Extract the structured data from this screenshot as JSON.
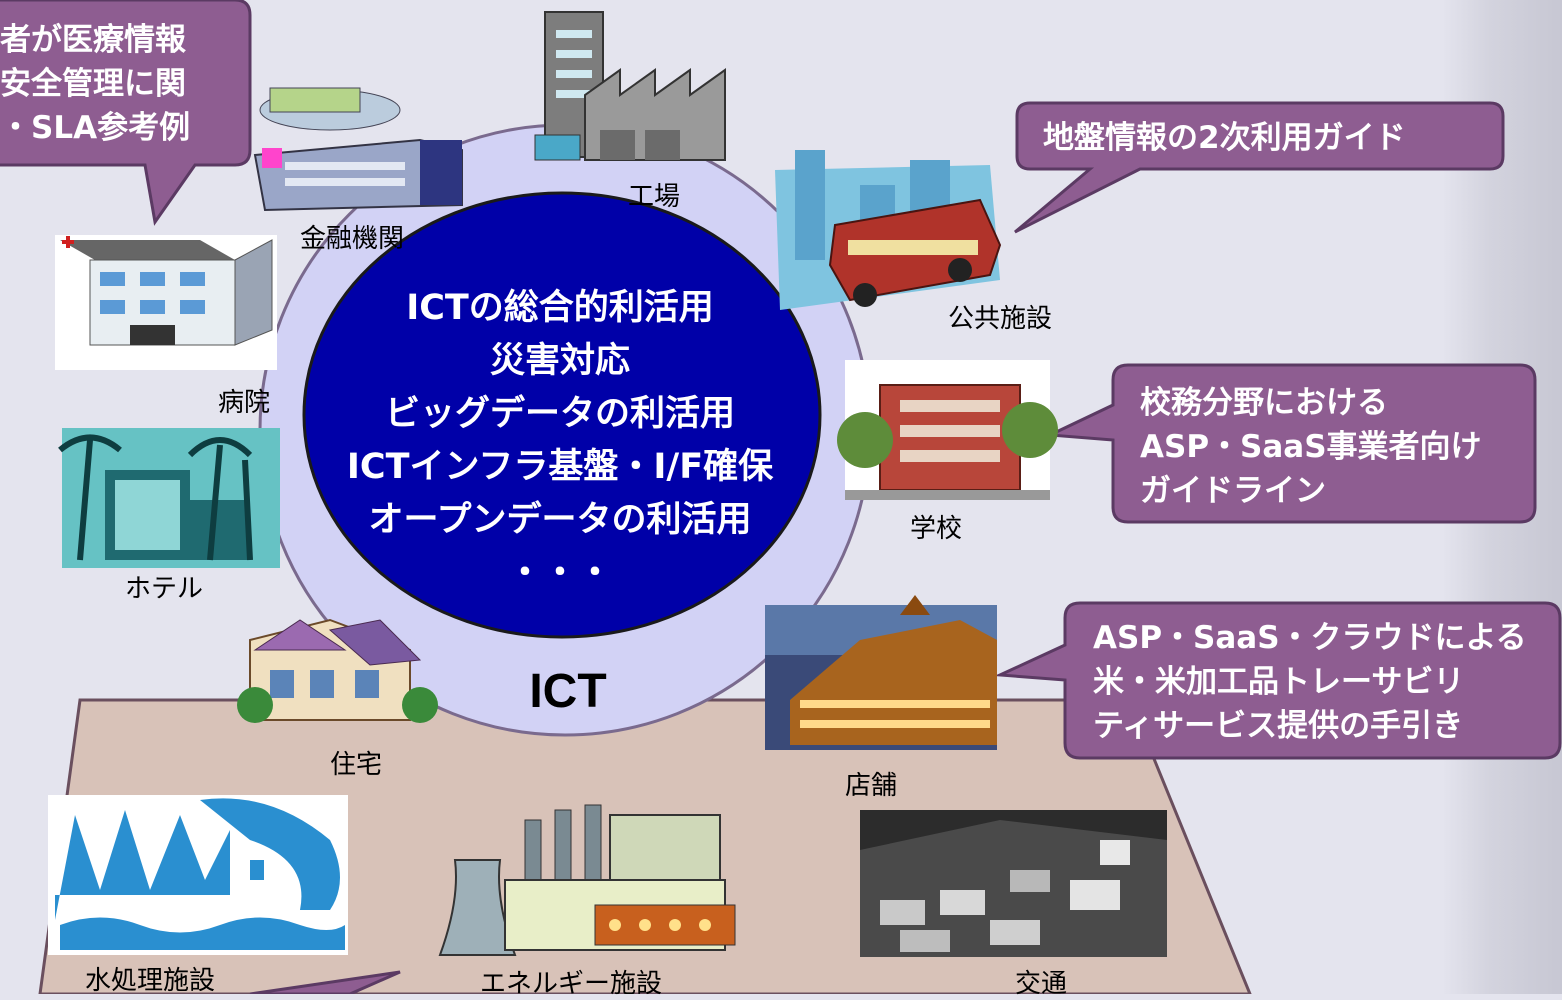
{
  "center_circle": {
    "lines": [
      "ICTの総合的利活用",
      "災害対応",
      "ビッグデータの利活用",
      "ICTインフラ基盤・I/F確保",
      "オープンデータの利活用",
      "・・・"
    ]
  },
  "ict_label": "ICT",
  "facilities": {
    "kojo": "工場",
    "kinyu": "金融機関",
    "byoin": "病院",
    "hotel": "ホテル",
    "jutaku": "住宅",
    "kokyo": "公共施設",
    "gakko": "学校",
    "tenpo": "店舗",
    "suishori": "水処理施設",
    "energy": "エネルギー施設",
    "kotsu": "交通"
  },
  "callouts": {
    "medical": [
      "者が医療情報",
      "安全管理に関",
      "・SLA参考例"
    ],
    "ground": [
      "地盤情報の2次利用ガイド"
    ],
    "school": [
      "校務分野における",
      "ASP・SaaS事業者向け",
      "ガイドライン"
    ],
    "rice": [
      "ASP・SaaS・クラウドによる",
      "米・米加工品トレーサビリ",
      "ティサービス提供の手引き"
    ]
  },
  "colors": {
    "center_circle": "#0000a8",
    "outer_ring": "#d2d2f5",
    "ground_plane": "#d8c2b8",
    "callout_fill": "#8e5d91"
  },
  "icons": [
    "factory-icon",
    "bank-icon",
    "hospital-icon",
    "hotel-icon",
    "house-icon",
    "bus-city-icon",
    "school-icon",
    "store-icon",
    "water-plant-icon",
    "power-plant-icon",
    "traffic-icon"
  ]
}
